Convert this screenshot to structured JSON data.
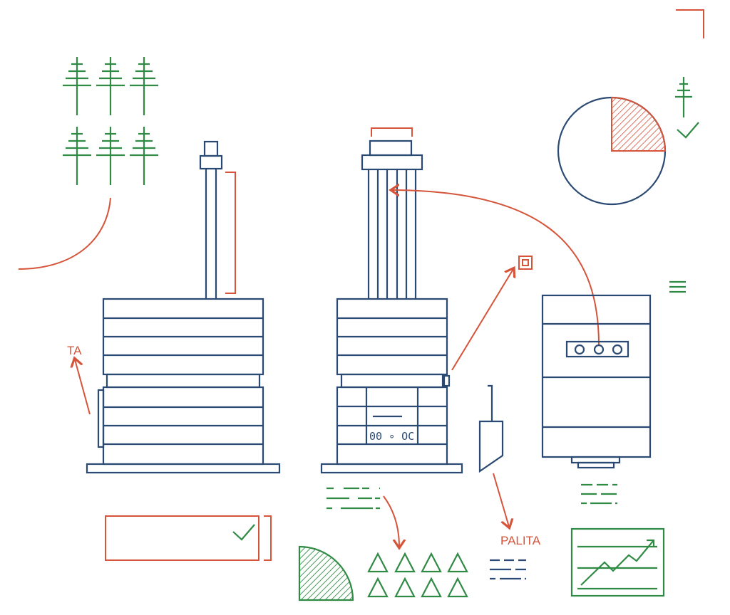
{
  "labels": {
    "left_arrow_label": "TA",
    "shovel_label": "PALITA",
    "control_panel_readout": "00 ∘ OC"
  },
  "colors": {
    "structure": "#2b4a73",
    "annotation": "#d5543a",
    "accent": "#2f8a44"
  },
  "pie": {
    "highlighted_fraction": 0.25
  }
}
